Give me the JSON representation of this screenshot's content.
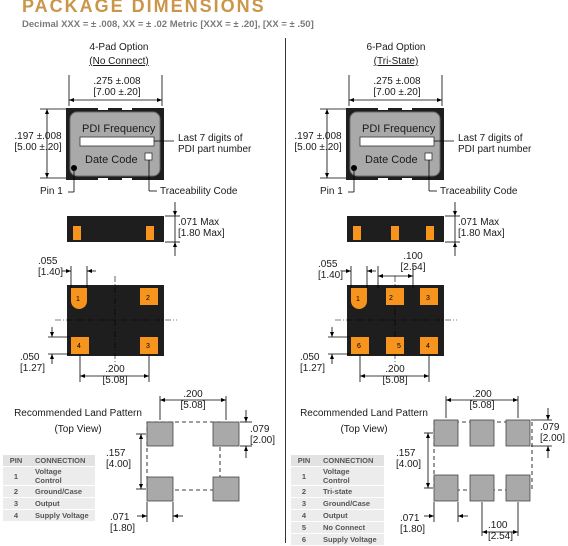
{
  "header": {
    "title": "PACKAGE DIMENSIONS",
    "tolerance_note": "Decimal XXX = ± .008, XX = ± .02   Metric [XXX = ± .20], [XX = ± .50]"
  },
  "left": {
    "option_title": "4-Pad Option",
    "option_subtitle": "(No Connect)",
    "width_in": ".275 ±.008",
    "width_mm": "[7.00 ±.20]",
    "height_in": ".197 ±.008",
    "height_mm": "[5.00 ±.20]",
    "top_label1": "PDI Frequency",
    "top_label2": "Date Code",
    "last7_line1": "Last 7 digits of",
    "last7_line2": "PDI part number",
    "pin1": "Pin 1",
    "trace": "Traceability Code",
    "max_in": ".071 Max",
    "max_mm": "[1.80 Max]",
    "pad_in": ".055",
    "pad_mm": "[1.40]",
    "gap_in": ".050",
    "gap_mm": "[1.27]",
    "pitch_in": ".200",
    "pitch_mm": "[5.08]",
    "pad_numbers": [
      "1",
      "2",
      "4",
      "3"
    ],
    "land_title1": "Recommended Land Pattern",
    "land_title2": "(Top View)",
    "land_pitch_in": ".200",
    "land_pitch_mm": "[5.08]",
    "land_h_in": ".157",
    "land_h_mm": "[4.00]",
    "land_w_in": ".079",
    "land_w_mm": "[2.00]",
    "land_b_in": ".071",
    "land_b_mm": "[1.80]",
    "table_headers": [
      "PIN",
      "CONNECTION"
    ],
    "table_rows": [
      [
        "1",
        "Voltage Control"
      ],
      [
        "2",
        "Ground/Case"
      ],
      [
        "3",
        "Output"
      ],
      [
        "4",
        "Supply Voltage"
      ]
    ]
  },
  "right": {
    "option_title": "6-Pad Option",
    "option_subtitle": "(Tri-State)",
    "width_in": ".275 ±.008",
    "width_mm": "[7.00 ±.20]",
    "height_in": ".197 ±.008",
    "height_mm": "[5.00 ±.20]",
    "top_label1": "PDI Frequency",
    "top_label2": "Date Code",
    "last7_line1": "Last 7 digits of",
    "last7_line2": "PDI part number",
    "pin1": "Pin 1",
    "trace": "Traceability Code",
    "max_in": ".071 Max",
    "max_mm": "[1.80 Max]",
    "mid_in": ".100",
    "mid_mm": "[2.54]",
    "pad_in": ".055",
    "pad_mm": "[1.40]",
    "gap_in": ".050",
    "gap_mm": "[1.27]",
    "pitch_in": ".200",
    "pitch_mm": "[5.08]",
    "pad_numbers": [
      "1",
      "2",
      "3",
      "6",
      "5",
      "4"
    ],
    "land_title1": "Recommended Land Pattern",
    "land_title2": "(Top View)",
    "land_pitch_in": ".200",
    "land_pitch_mm": "[5.08]",
    "land_h_in": ".157",
    "land_h_mm": "[4.00]",
    "land_w_in": ".079",
    "land_w_mm": "[2.00]",
    "land_b_in": ".071",
    "land_b_mm": "[1.80]",
    "land_m_in": ".100",
    "land_m_mm": "[2.54]",
    "table_headers": [
      "PIN",
      "CONNECTION"
    ],
    "table_rows": [
      [
        "1",
        "Voltage Control"
      ],
      [
        "2",
        "Tri-state"
      ],
      [
        "3",
        "Ground/Case"
      ],
      [
        "4",
        "Output"
      ],
      [
        "5",
        "No Connect"
      ],
      [
        "6",
        "Supply Voltage"
      ]
    ]
  },
  "colors": {
    "title": "#c9964a",
    "pad_orange": "#f7941d",
    "body_dark": "#1e1e1e",
    "lid_gray": "#a9a9a9",
    "table_bg": "#ececec"
  }
}
